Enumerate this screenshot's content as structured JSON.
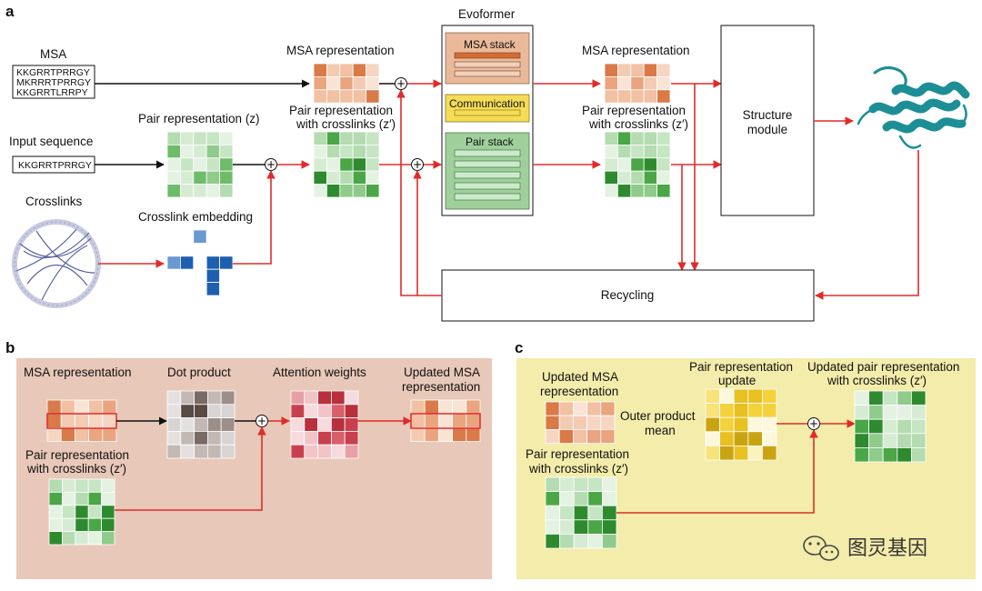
{
  "panel_labels": {
    "a": "a",
    "b": "b",
    "c": "c"
  },
  "a": {
    "msa_label": "MSA",
    "msa_sequences": [
      "KKGRRTPRRGY",
      "MKRRRTPRRGY",
      "KKGRRTLRRPY"
    ],
    "input_sequence_label": "Input sequence",
    "input_sequence": "KKGRRTPRRGY",
    "crosslinks_label": "Crosslinks",
    "pair_rep_label": "Pair representation (z)",
    "crosslink_embedding_label": "Crosslink embedding",
    "msa_rep_label": "MSA representation",
    "pair_rep_xl_label_1": "Pair representation",
    "pair_rep_xl_label_2": "with crosslinks (z′)",
    "evoformer_label": "Evoformer",
    "msa_stack_label": "MSA stack",
    "communication_label": "Communication",
    "pair_stack_label": "Pair stack",
    "msa_rep_out_label": "MSA representation",
    "pair_rep_xl_out_label_1": "Pair representation",
    "pair_rep_xl_out_label_2": "with crosslinks (z′)",
    "structure_module_label_1": "Structure",
    "structure_module_label_2": "module",
    "recycling_label": "Recycling"
  },
  "b": {
    "msa_rep_label": "MSA representation",
    "dot_product_label": "Dot product",
    "attention_weights_label": "Attention weights",
    "updated_msa_label_1": "Updated MSA",
    "updated_msa_label_2": "representation",
    "pair_rep_xl_label_1": "Pair representation",
    "pair_rep_xl_label_2": "with crosslinks (z′)"
  },
  "c": {
    "updated_msa_label_1": "Updated MSA",
    "updated_msa_label_2": "representation",
    "outer_product_label_1": "Outer product",
    "outer_product_label_2": "mean",
    "pair_update_label_1": "Pair representation",
    "pair_update_label_2": "update",
    "updated_pair_label_1": "Updated pair representation",
    "updated_pair_label_2": "with crosslinks (z′)",
    "pair_rep_xl_label_1": "Pair representation",
    "pair_rep_xl_label_2": "with crosslinks (z′)"
  },
  "watermark": {
    "text": "图灵基因",
    "icon": "wechat-icon"
  },
  "colors": {
    "arrow_red": "#e02b2b",
    "panel_b_bg": "#e8c8b8",
    "panel_c_bg": "#f3ecaa",
    "msa_orange": "#e8956a",
    "pair_green": "#6cbf6a",
    "crosslink_blue": "#2060b0",
    "protein_teal": "#1b8f95"
  }
}
